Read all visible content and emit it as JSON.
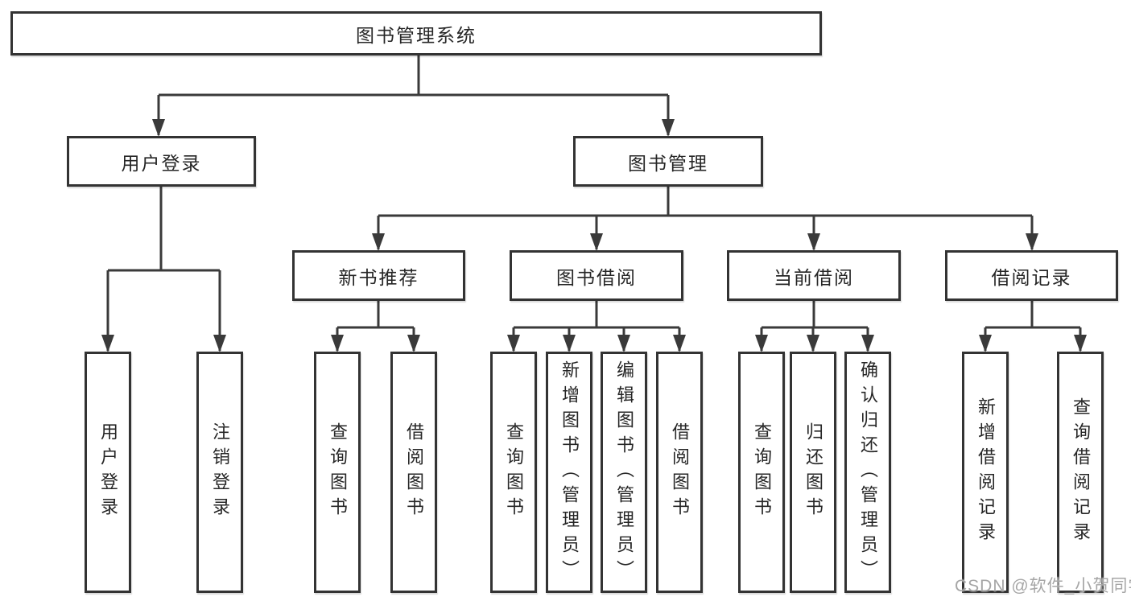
{
  "diagram_type": "hierarchy-tree",
  "tree": {
    "root": "图书管理系统",
    "branches": [
      {
        "label": "用户登录",
        "children": [
          "用户登录",
          "注销登录"
        ]
      },
      {
        "label": "图书管理",
        "groups": [
          {
            "label": "新书推荐",
            "children": [
              "查询图书",
              "借阅图书"
            ]
          },
          {
            "label": "图书借阅",
            "children": [
              "查询图书",
              "新增图书（管理员）",
              "编辑图书（管理员）",
              "借阅图书"
            ]
          },
          {
            "label": "当前借阅",
            "children": [
              "查询图书",
              "归还图书",
              "确认归还（管理员）"
            ]
          },
          {
            "label": "借阅记录",
            "children": [
              "新增借阅记录",
              "查询借阅记录"
            ]
          }
        ]
      }
    ]
  },
  "watermark": {
    "text": "CSDN @软件_小贺同学"
  },
  "colors": {
    "line": "#3a3a3a",
    "border": "#333333",
    "text": "#262626",
    "watermark": "#a6a6a6",
    "background": "#ffffff"
  }
}
